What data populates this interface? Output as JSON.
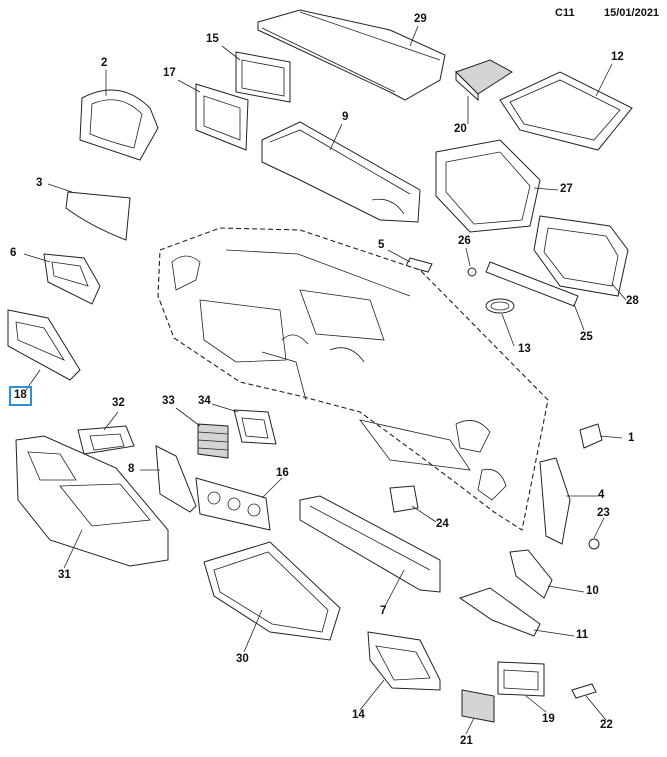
{
  "header": {
    "code": "C11",
    "date": "15/01/2021"
  },
  "selected_callout": "18",
  "callouts": [
    "29",
    "15",
    "12",
    "17",
    "2",
    "20",
    "9",
    "27",
    "3",
    "26",
    "6",
    "5",
    "28",
    "25",
    "13",
    "18",
    "32",
    "33",
    "34",
    "1",
    "8",
    "16",
    "4",
    "31",
    "24",
    "23",
    "10",
    "7",
    "11",
    "30",
    "14",
    "19",
    "22",
    "21"
  ]
}
